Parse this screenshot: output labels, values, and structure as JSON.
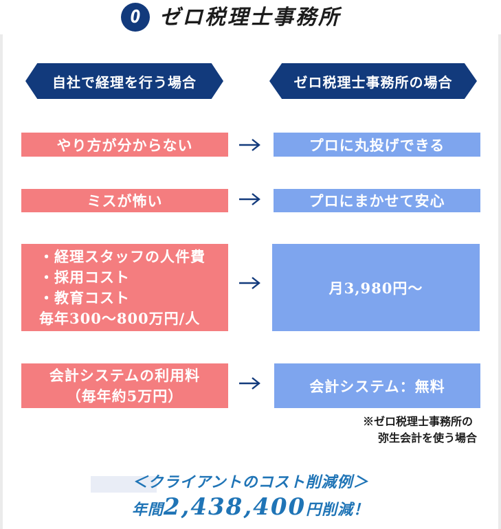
{
  "header": {
    "logo_glyph": "0",
    "title": "ゼロ税理士事務所"
  },
  "columns": {
    "left_heading": "自社で経理を行う場合",
    "right_heading": "ゼロ税理士事務所の場合"
  },
  "rows": [
    {
      "left": "やり方が分からない",
      "right": "プロに丸投げできる"
    },
    {
      "left": "ミスが怖い",
      "right": "プロにまかせて安心"
    },
    {
      "left_lines": [
        "・経理スタッフの人件費",
        "・採用コスト",
        "・教育コスト",
        "毎年300～800万円/人"
      ],
      "right": "月3,980円～"
    },
    {
      "left_lines": [
        "会計システムの利用料",
        "（毎年約5万円）"
      ],
      "right": "会計システム：無料"
    }
  ],
  "note": {
    "line1": "※ゼロ税理士事務所の",
    "line2": "弥生会計を使う場合"
  },
  "example": {
    "heading": "＜クライアントのコスト削減例＞",
    "prefix": "年間",
    "amount": "2,438,400",
    "suffix": "円削減！"
  },
  "colors": {
    "navy": "#123a7c",
    "red_box": "#f47d7f",
    "blue_box": "#7ea5ee",
    "accent_text": "#1f74b6"
  }
}
